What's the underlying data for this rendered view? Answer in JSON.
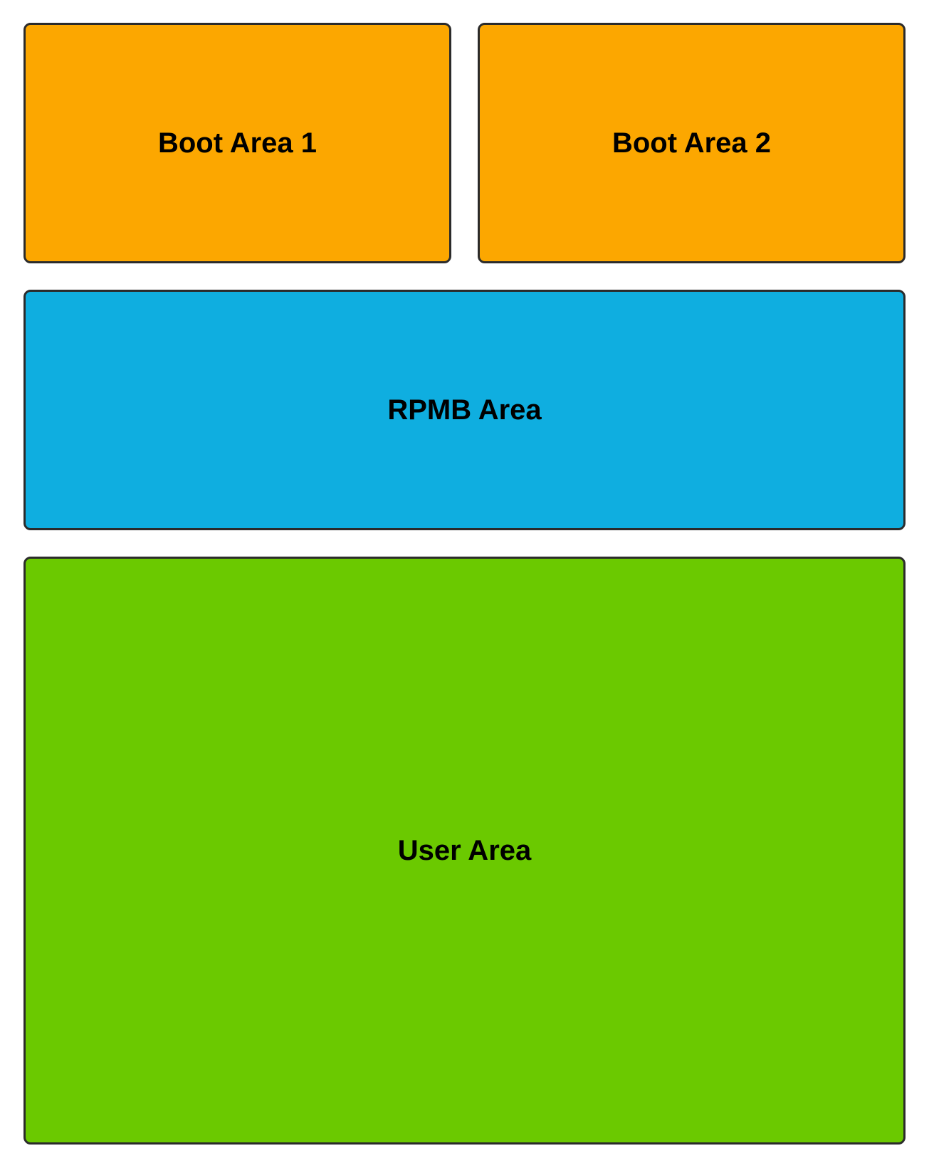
{
  "areas": {
    "boot1": {
      "label": "Boot Area 1",
      "color": "#FCA700"
    },
    "boot2": {
      "label": "Boot Area 2",
      "color": "#FCA700"
    },
    "rpmb": {
      "label": "RPMB Area",
      "color": "#0FAEE0"
    },
    "user": {
      "label": "User Area",
      "color": "#6BC900"
    }
  },
  "colors": {
    "border": "#2B2B2B",
    "text": "#000000",
    "background": "#FFFFFF"
  }
}
